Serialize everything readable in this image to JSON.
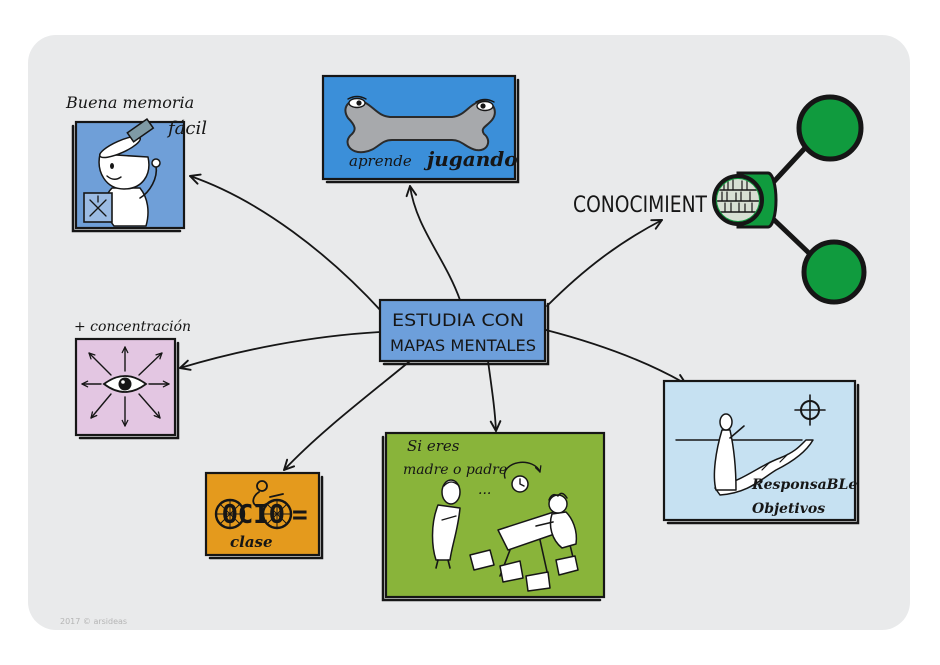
{
  "diagram": {
    "center": {
      "line1": "ESTUDIA CON",
      "line2": "MAPAS MENTALES"
    },
    "nodes": {
      "memoria": {
        "label": "Buena memoria",
        "label2": "fácil"
      },
      "jugando": {
        "label1": "aprende",
        "label2": "jugando"
      },
      "conocimiento": {
        "label": "CONOCIMIENT"
      },
      "concentracion": {
        "label": "+ concentración"
      },
      "ocio": {
        "word": "OCIO",
        "equals": "=",
        "word2": "clase"
      },
      "padres": {
        "line1": "Si eres",
        "line2": "madre o padre",
        "line3": "..."
      },
      "responsable": {
        "line1": "ResponsaBLe",
        "line2": "Objetivos"
      }
    }
  },
  "footer": {
    "credit": "2017 © arsideas"
  },
  "icons": {
    "memoria": "head-book-icon",
    "jugando": "bone-icon",
    "conocimiento": "share-icon",
    "concentracion": "eye-icon",
    "ocio": "bicycle-icon",
    "padres": "family-study-icon",
    "responsable": "target-icon"
  },
  "colors": {
    "panel": "#e9eaeb",
    "center_box": "#6d9fdb",
    "memoria_box": "#6f9fd8",
    "jugando_box": "#3b8fd9",
    "bone": "#a7a9ac",
    "concentracion_box": "#e3c6e2",
    "ocio_box": "#e49a1d",
    "padres_box": "#89b43a",
    "responsable_box": "#c6e1f2",
    "share_green": "#109b3e"
  }
}
